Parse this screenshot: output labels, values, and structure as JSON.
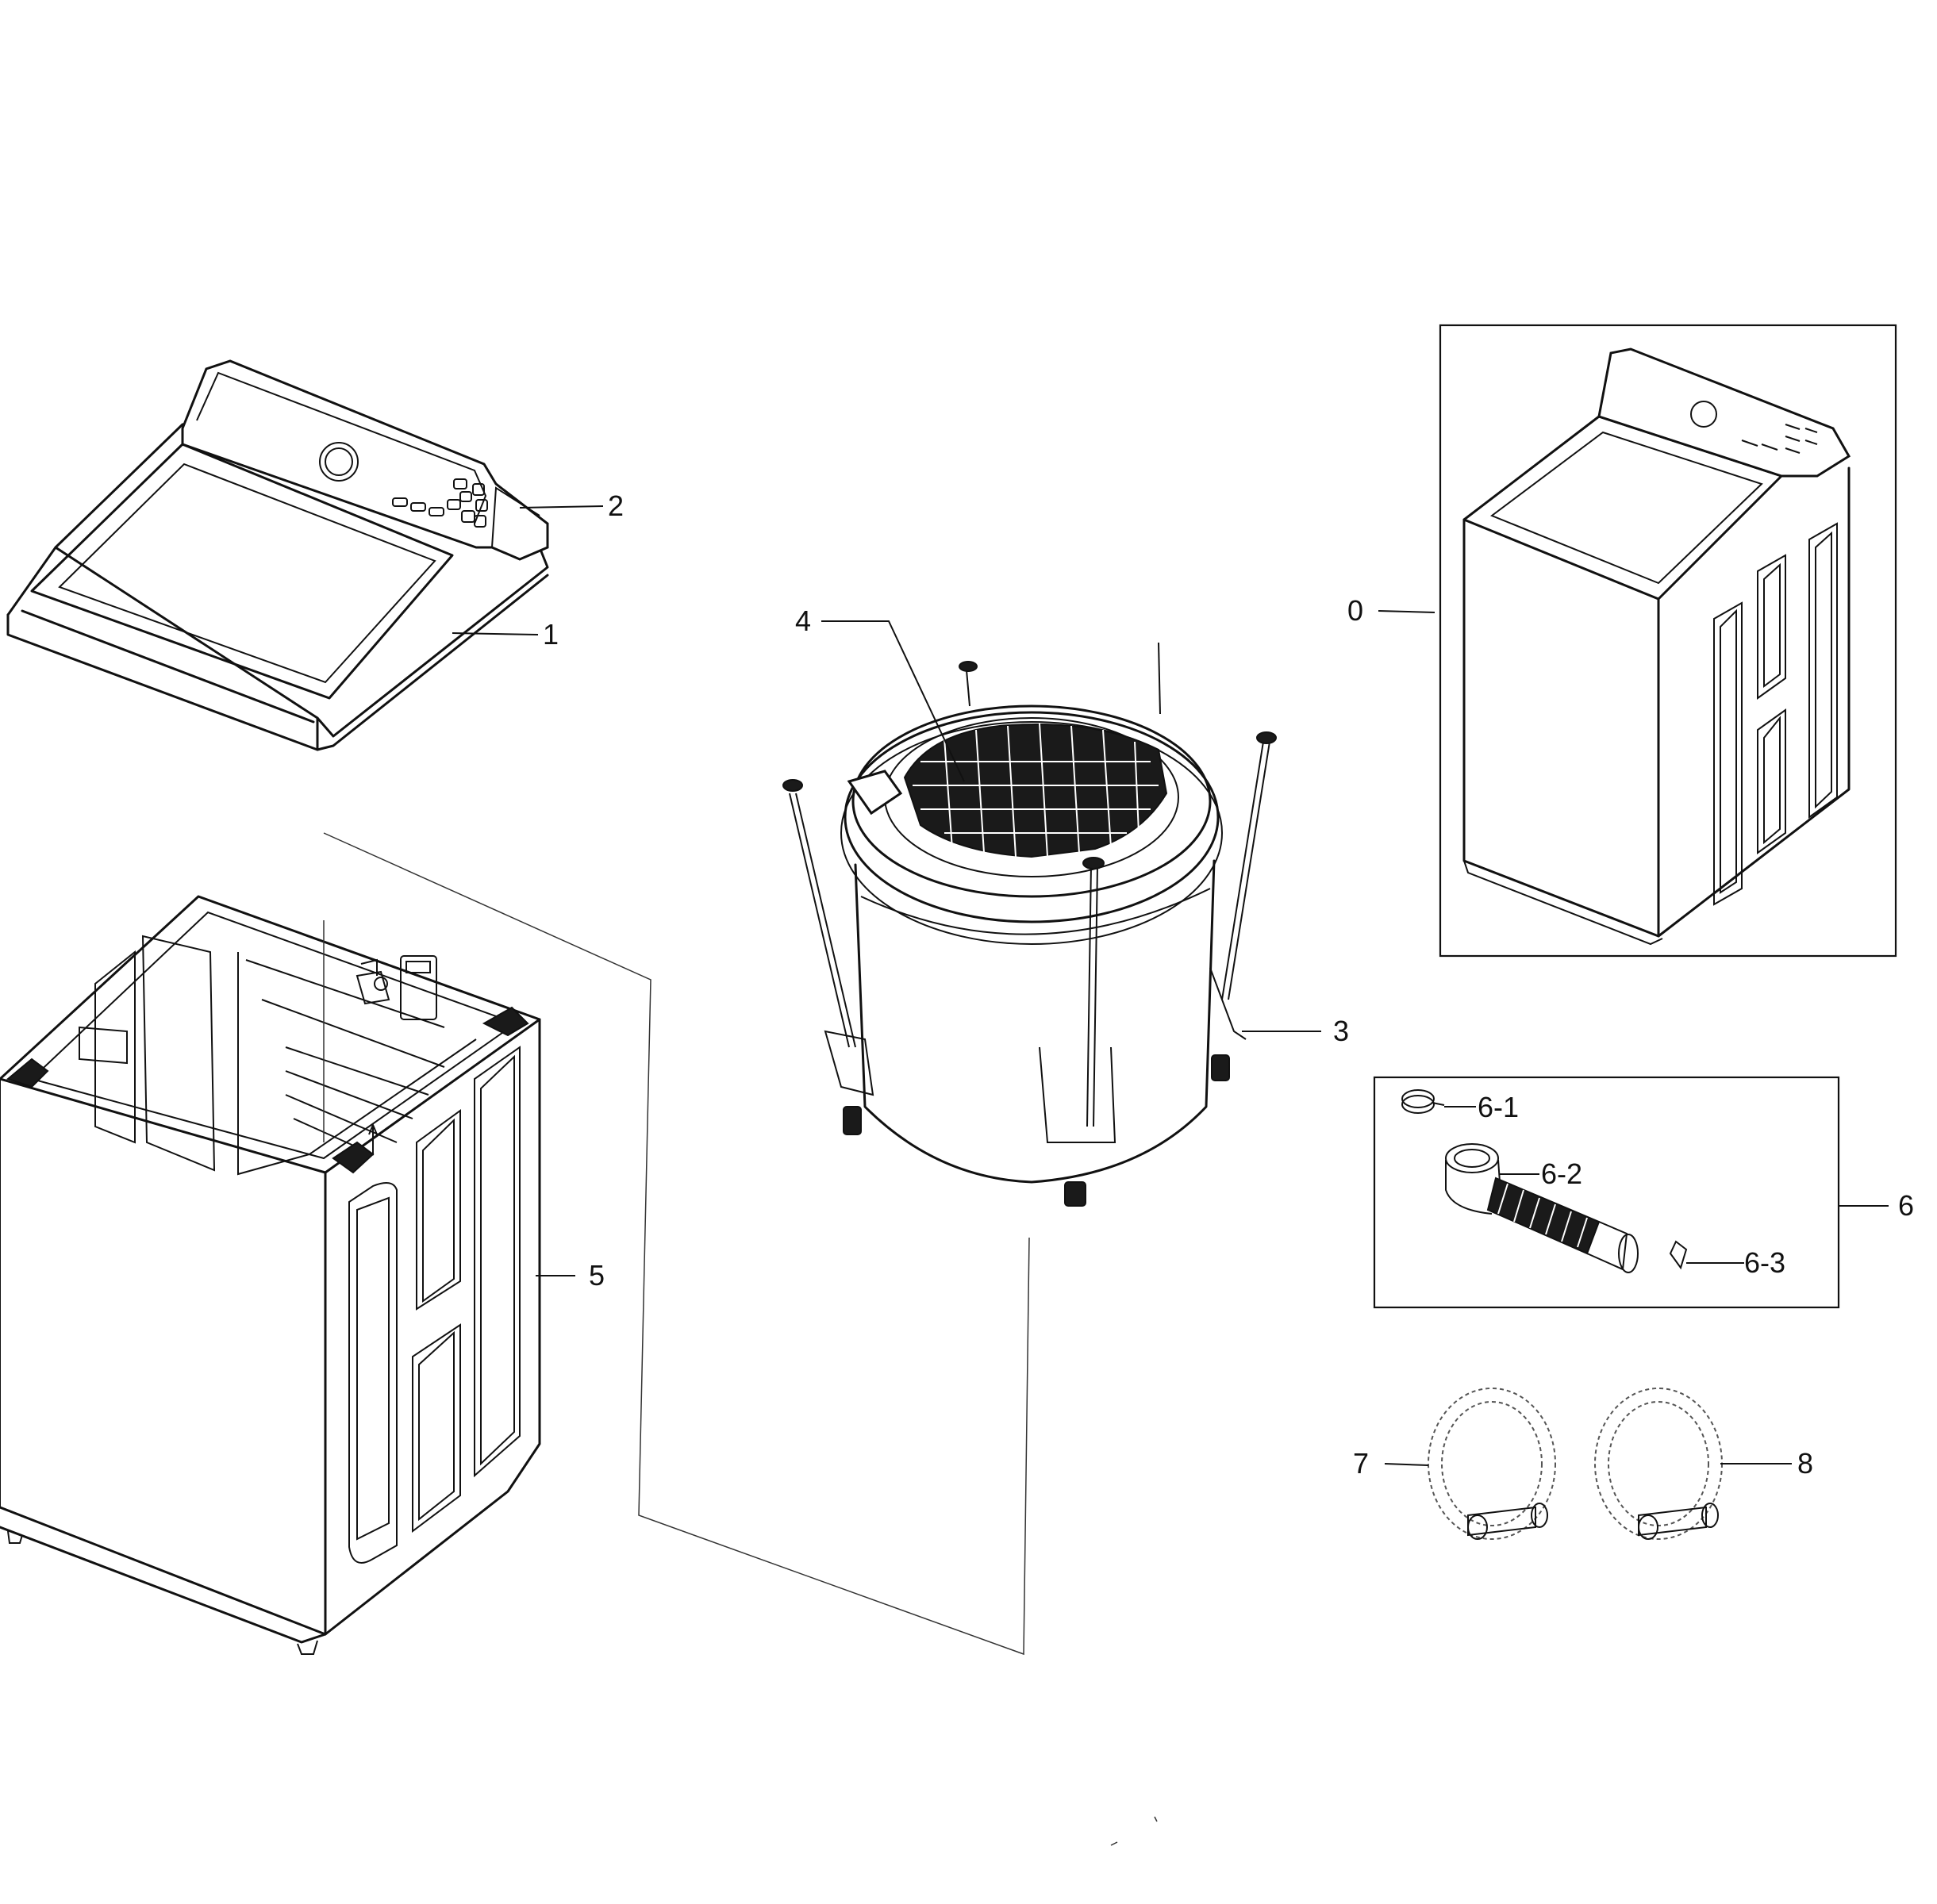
{
  "callouts": {
    "c0": "0",
    "c1": "1",
    "c2": "2",
    "c3": "3",
    "c4": "4",
    "c5": "5",
    "c6": "6",
    "c6_1": "6-1",
    "c6_2": "6-2",
    "c6_3": "6-3",
    "c7": "7",
    "c8": "8"
  },
  "icons": {
    "top_cover": "washer-top-cover",
    "control_panel": "control-panel",
    "tub": "tub-assembly",
    "pulsator": "pulsator",
    "cabinet": "cabinet",
    "washer": "complete-washer",
    "drain_kit": "drain-hose-kit",
    "hose_7": "inlet-hose-cold",
    "hose_8": "inlet-hose-hot"
  }
}
